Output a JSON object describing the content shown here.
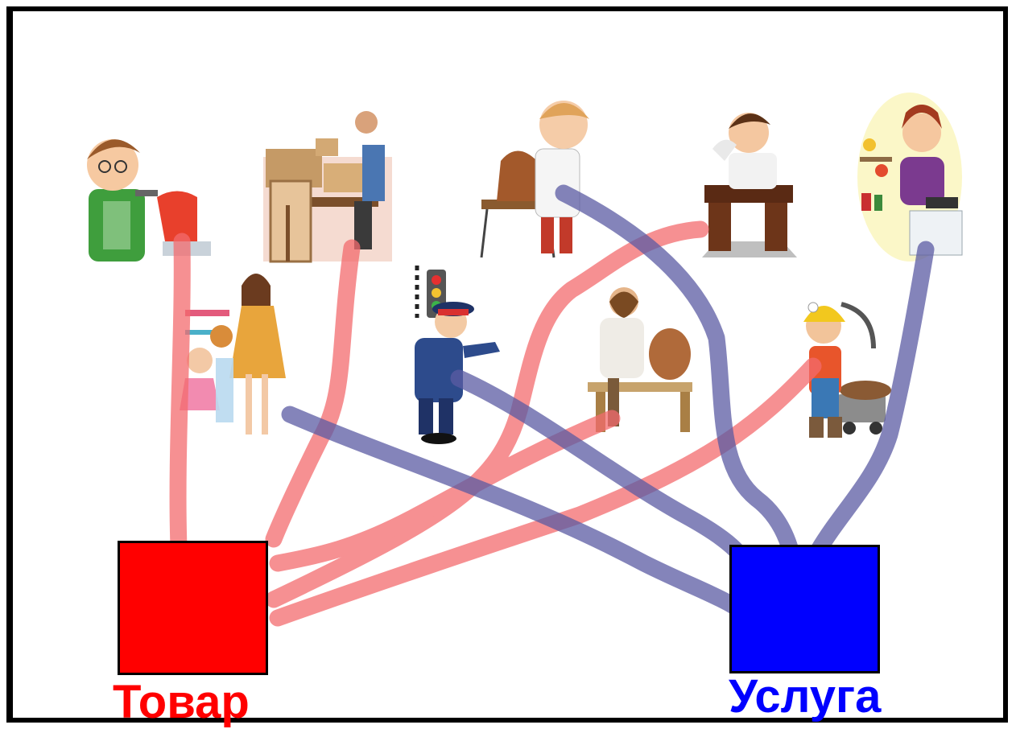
{
  "categories": {
    "goods": {
      "label": "Товар",
      "color": "#ff0000"
    },
    "services": {
      "label": "Услуга",
      "color": "#0000ff"
    }
  },
  "line_colors": {
    "goods": "#f36b6e",
    "services": "#5b5ba3"
  },
  "figures": [
    {
      "name": "shoemaker",
      "category": "goods"
    },
    {
      "name": "carpenter",
      "category": "goods"
    },
    {
      "name": "toy-seller",
      "category": "services"
    },
    {
      "name": "veterinarian",
      "category": "services"
    },
    {
      "name": "traffic-officer",
      "category": "services"
    },
    {
      "name": "writer",
      "category": "goods"
    },
    {
      "name": "potter",
      "category": "goods"
    },
    {
      "name": "grocer",
      "category": "services"
    },
    {
      "name": "miner",
      "category": "goods"
    }
  ]
}
